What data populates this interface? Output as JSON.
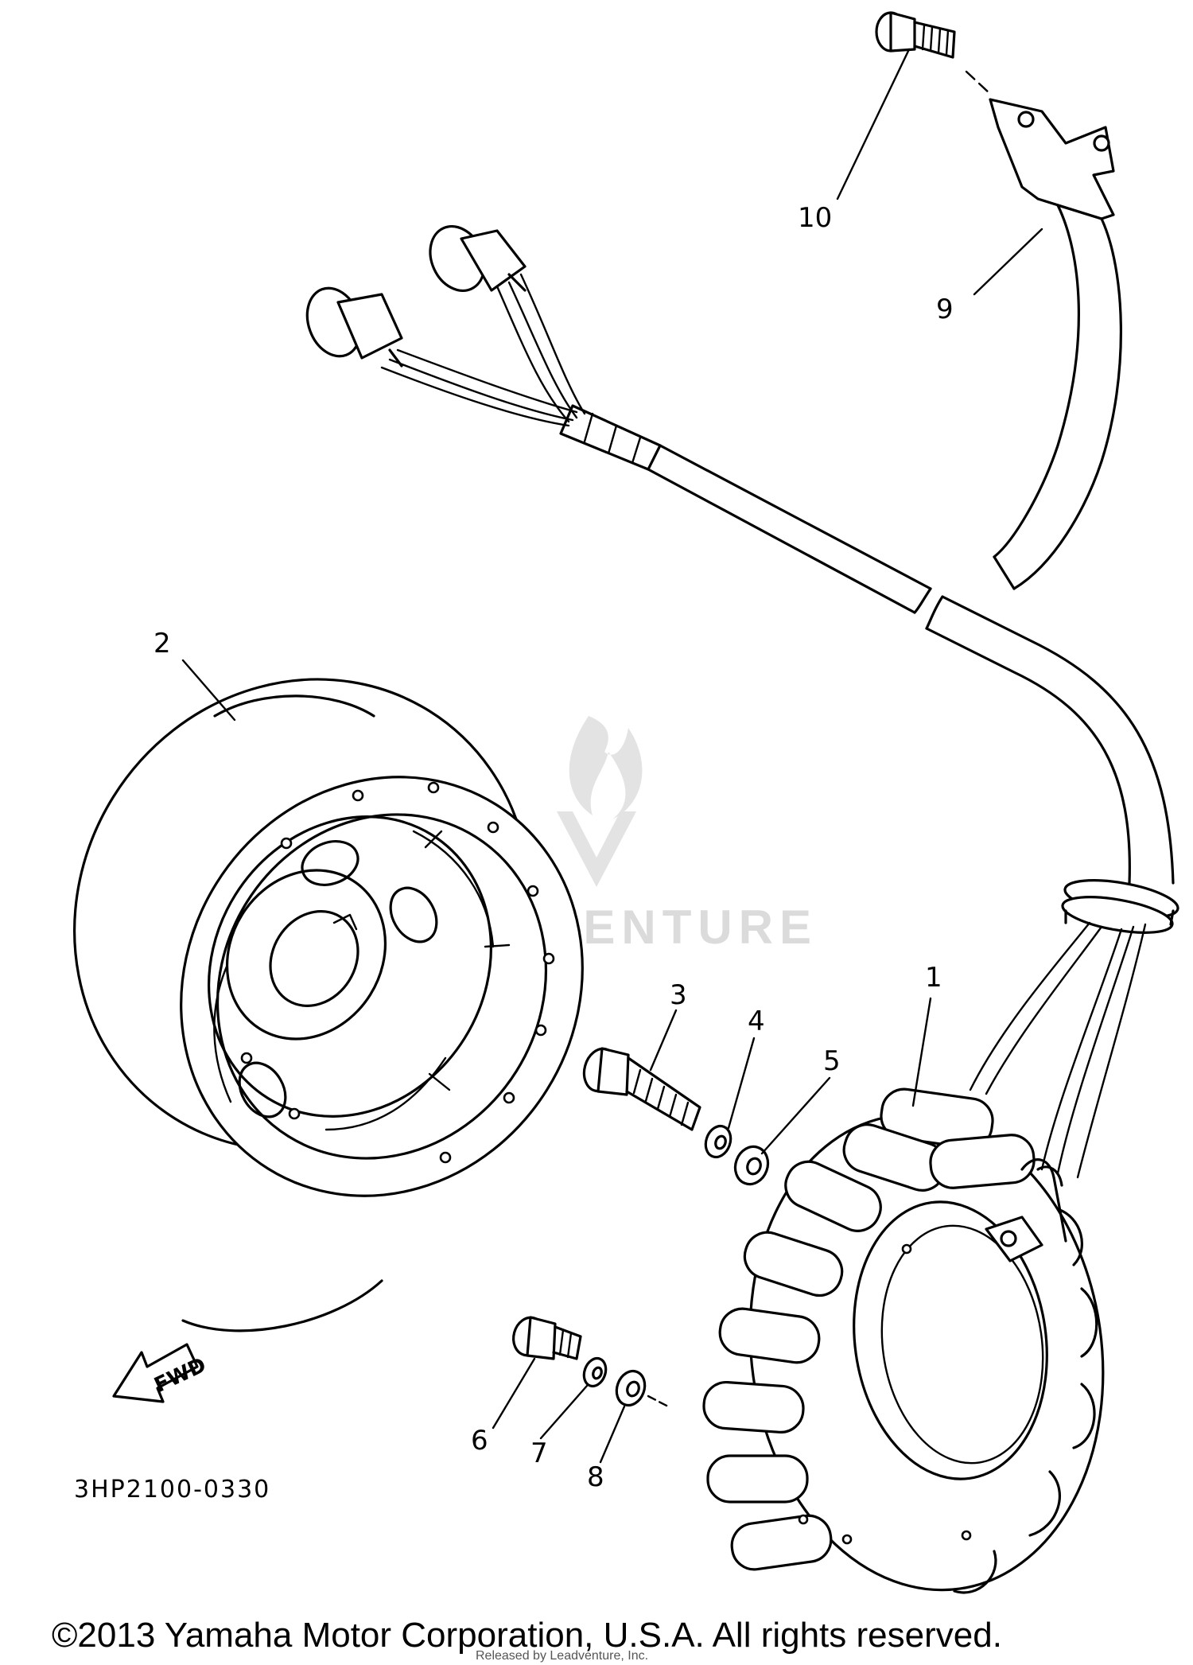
{
  "callouts": {
    "part_1": "1",
    "part_2": "2",
    "part_3": "3",
    "part_4": "4",
    "part_5": "5",
    "part_6": "6",
    "part_7": "7",
    "part_8": "8",
    "part_9": "9",
    "part_10": "10"
  },
  "diagram_code": "3HP2100-0330",
  "direction_marker": "FWD",
  "watermark": "LEADVENTURE",
  "copyright": "©2013 Yamaha Motor Corporation, U.S.A. All rights reserved.",
  "released_by": "Released by Leadventure, Inc."
}
